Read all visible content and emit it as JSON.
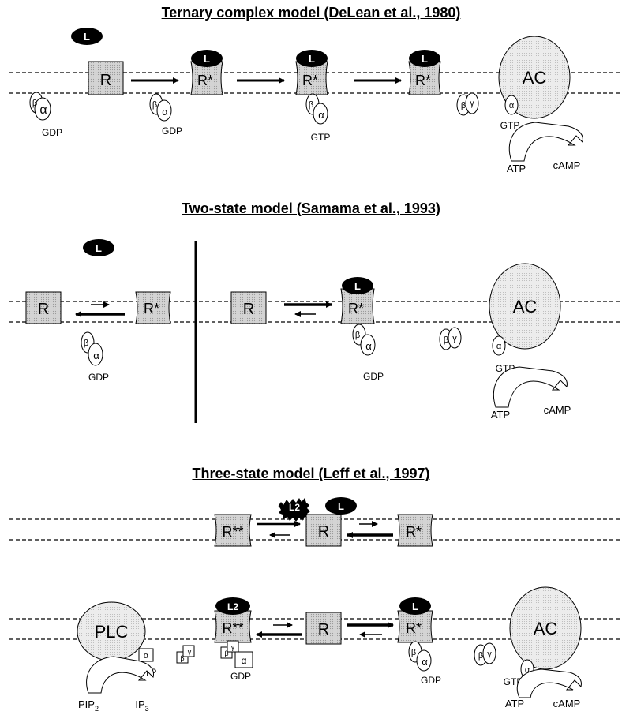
{
  "panels": {
    "ternary": {
      "title": "Ternary complex model (DeLean et al., 1980)"
    },
    "two_state": {
      "title": "Two-state model (Samama et al., 1993)"
    },
    "three_state": {
      "title": "Three-state model (Leff et al., 1997)"
    }
  },
  "labels": {
    "receptor": "R",
    "active_receptor": "R*",
    "alt_active_receptor": "R**",
    "ligand": "L",
    "ligand2": "L2",
    "adenylyl_cyclase": "AC",
    "phospholipase_c": "PLC",
    "alpha": "α",
    "beta": "β",
    "gamma": "γ",
    "gdp": "GDP",
    "gtp": "GTP",
    "atp": "ATP",
    "camp": "cAMP",
    "pip2_base": "PIP",
    "pip2_sub": "2",
    "ip3_base": "IP",
    "ip3_sub": "3"
  },
  "colors": {
    "receptor_fill": "#c8c8c8",
    "enzyme_fill": "#e0e0e0",
    "ligand_fill": "#000000",
    "line": "#000000"
  }
}
